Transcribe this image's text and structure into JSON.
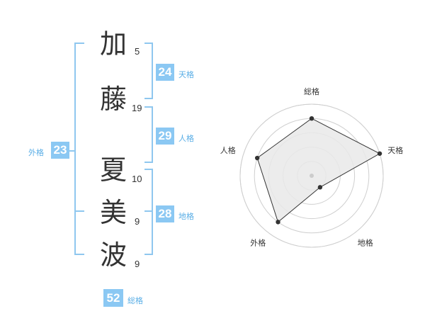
{
  "name": {
    "chars": [
      {
        "char": "加",
        "strokes": "5"
      },
      {
        "char": "藤",
        "strokes": "19"
      },
      {
        "char": "夏",
        "strokes": "10"
      },
      {
        "char": "美",
        "strokes": "9"
      },
      {
        "char": "波",
        "strokes": "9"
      }
    ]
  },
  "kakusu": {
    "tenkaku": {
      "value": "24",
      "label": "天格"
    },
    "jinkaku": {
      "value": "29",
      "label": "人格"
    },
    "chikaku": {
      "value": "28",
      "label": "地格"
    },
    "gaikaku": {
      "value": "23",
      "label": "外格"
    },
    "soukaku": {
      "value": "52",
      "label": "総格"
    }
  },
  "colors": {
    "badge": "#8bc8f3",
    "bracket": "#8fc7ef",
    "label": "#5aaee6"
  },
  "chart_data": {
    "type": "radar",
    "axes": [
      "総格",
      "天格",
      "地格",
      "外格",
      "人格"
    ],
    "values": [
      4,
      5,
      1,
      4,
      4
    ],
    "rmax": 5,
    "rings": 5,
    "grid": true
  }
}
